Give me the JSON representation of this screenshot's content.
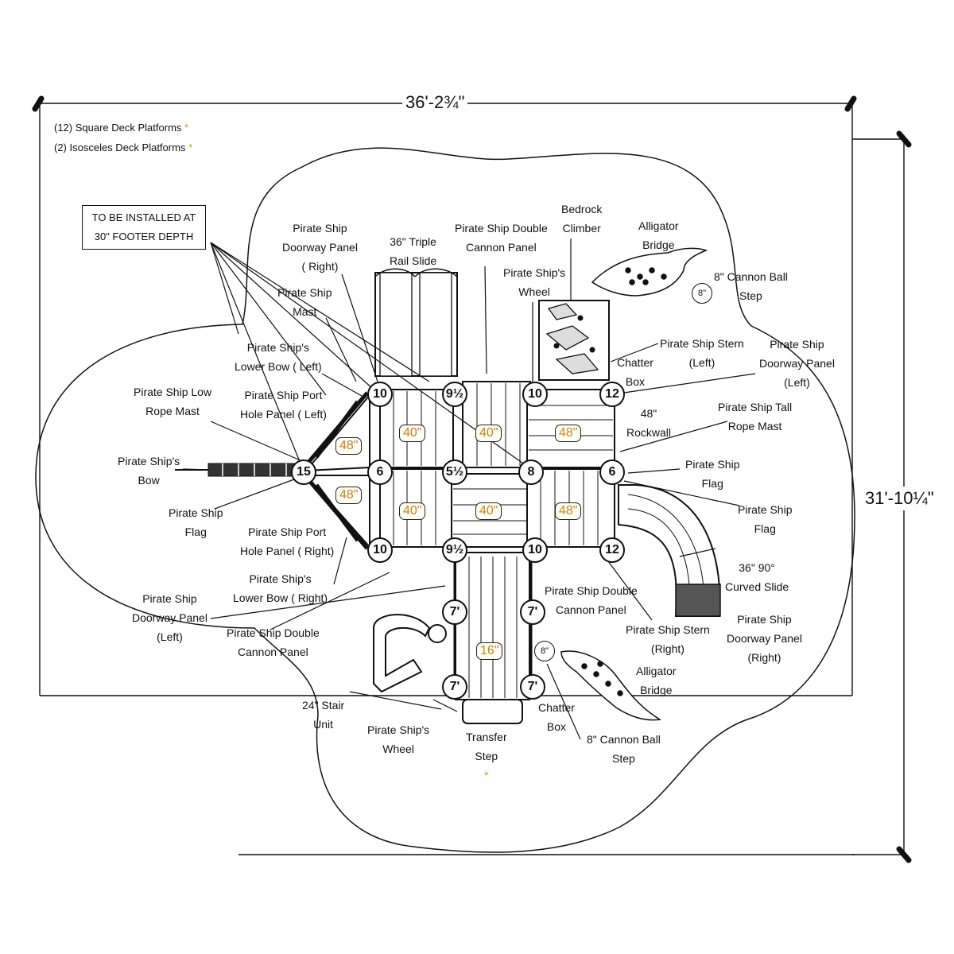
{
  "dimensions": {
    "width": "36'-2¾\"",
    "height": "31'-10¼\""
  },
  "legend": [
    {
      "text": "(12) Square Deck Platforms",
      "star": "*"
    },
    {
      "text": "(2) Isosceles Deck Platforms",
      "star": "*"
    }
  ],
  "note": {
    "line1": "TO BE INSTALLED AT",
    "line2": "30\" FOOTER DEPTH"
  },
  "deck_labels": [
    "40\"",
    "40\"",
    "48\"",
    "48\"",
    "40\"",
    "40\"",
    "48\"",
    "48\"",
    "16\""
  ],
  "heights": [
    "10",
    "9½",
    "10",
    "12",
    "15",
    "6",
    "5½",
    "8",
    "6",
    "10",
    "9½",
    "10",
    "12",
    "7'",
    "7'",
    "7'",
    "7'"
  ],
  "balls": [
    "8\"",
    "8\""
  ],
  "labels": {
    "doorway_right_top": [
      "Pirate Ship",
      "Doorway Panel",
      "( Right)"
    ],
    "triple_slide": [
      "36\" Triple",
      "Rail Slide"
    ],
    "double_cannon_top": [
      "Pirate Ship Double",
      "Cannon Panel"
    ],
    "bedrock": [
      "Bedrock",
      "Climber"
    ],
    "alligator_top": [
      "Alligator",
      "Bridge"
    ],
    "cannon_ball_top": [
      "8\" Cannon Ball",
      "Step"
    ],
    "wheel_top": [
      "Pirate Ship's",
      "Wheel"
    ],
    "mast": [
      "Pirate Ship",
      "Mast"
    ],
    "lower_bow_left": [
      "Pirate Ship's",
      "Lower Bow ( Left)"
    ],
    "stern_left": [
      "Pirate Ship Stern",
      "(Left)"
    ],
    "doorway_left_top": [
      "Pirate Ship",
      "Doorway Panel",
      "(Left)"
    ],
    "chatter_top": [
      "Chatter",
      "Box"
    ],
    "low_rope_mast": [
      "Pirate Ship Low",
      "Rope Mast"
    ],
    "port_hole_left": [
      "Pirate Ship Port",
      "Hole Panel ( Left)"
    ],
    "rockwall": [
      "48\"",
      "Rockwall"
    ],
    "tall_rope_mast": [
      "Pirate Ship Tall",
      "Rope Mast"
    ],
    "bow": [
      "Pirate Ship's",
      "Bow"
    ],
    "flag_right_top": [
      "Pirate Ship",
      "Flag"
    ],
    "flag_left": [
      "Pirate Ship",
      "Flag"
    ],
    "flag_right": [
      "Pirate Ship",
      "Flag"
    ],
    "port_hole_right": [
      "Pirate Ship Port",
      "Hole Panel ( Right)"
    ],
    "lower_bow_right": [
      "Pirate Ship's",
      "Lower Bow ( Right)"
    ],
    "curved_slide": [
      "36\" 90°",
      "Curved Slide"
    ],
    "double_cannon_right": [
      "Pirate Ship Double",
      "Cannon Panel"
    ],
    "doorway_left_bottom": [
      "Pirate Ship",
      "Doorway Panel",
      "(Left)"
    ],
    "double_cannon_left": [
      "Pirate Ship Double",
      "Cannon Panel"
    ],
    "stern_right": [
      "Pirate Ship Stern",
      "(Right)"
    ],
    "doorway_right_bottom": [
      "Pirate Ship",
      "Doorway Panel",
      "(Right)"
    ],
    "alligator_bottom": [
      "Alligator",
      "Bridge"
    ],
    "stair": [
      "24\" Stair",
      "Unit"
    ],
    "wheel_bottom": [
      "Pirate Ship's",
      "Wheel"
    ],
    "transfer": [
      "Transfer",
      "Step"
    ],
    "chatter_bottom": [
      "Chatter",
      "Box"
    ],
    "cannon_ball_bottom": [
      "8\" Cannon Ball",
      "Step"
    ]
  },
  "colors": {
    "ink": "#111111",
    "accent": "#e88a1a",
    "deck_text": "#c8821e"
  }
}
